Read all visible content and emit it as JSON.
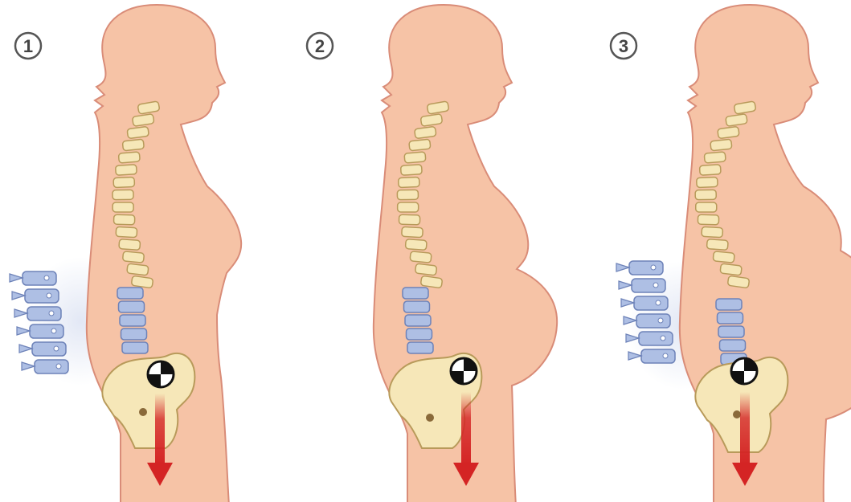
{
  "panels": [
    {
      "number": "1"
    },
    {
      "number": "2"
    },
    {
      "number": "3"
    }
  ],
  "colors": {
    "skin": "#f6c3a6",
    "skin_outline": "#d98c78",
    "bone": "#f6e7b8",
    "bone_outline": "#b89a5a",
    "lumbar_vertebrae": "#aebfe4",
    "lumbar_outline": "#6d82b8",
    "gravity_arrow": "#d42424",
    "center_of_gravity_marker": "#111111"
  },
  "icons": {
    "center_of_gravity": "center-of-gravity-icon",
    "gravity_arrow": "gravity-arrow-icon"
  }
}
